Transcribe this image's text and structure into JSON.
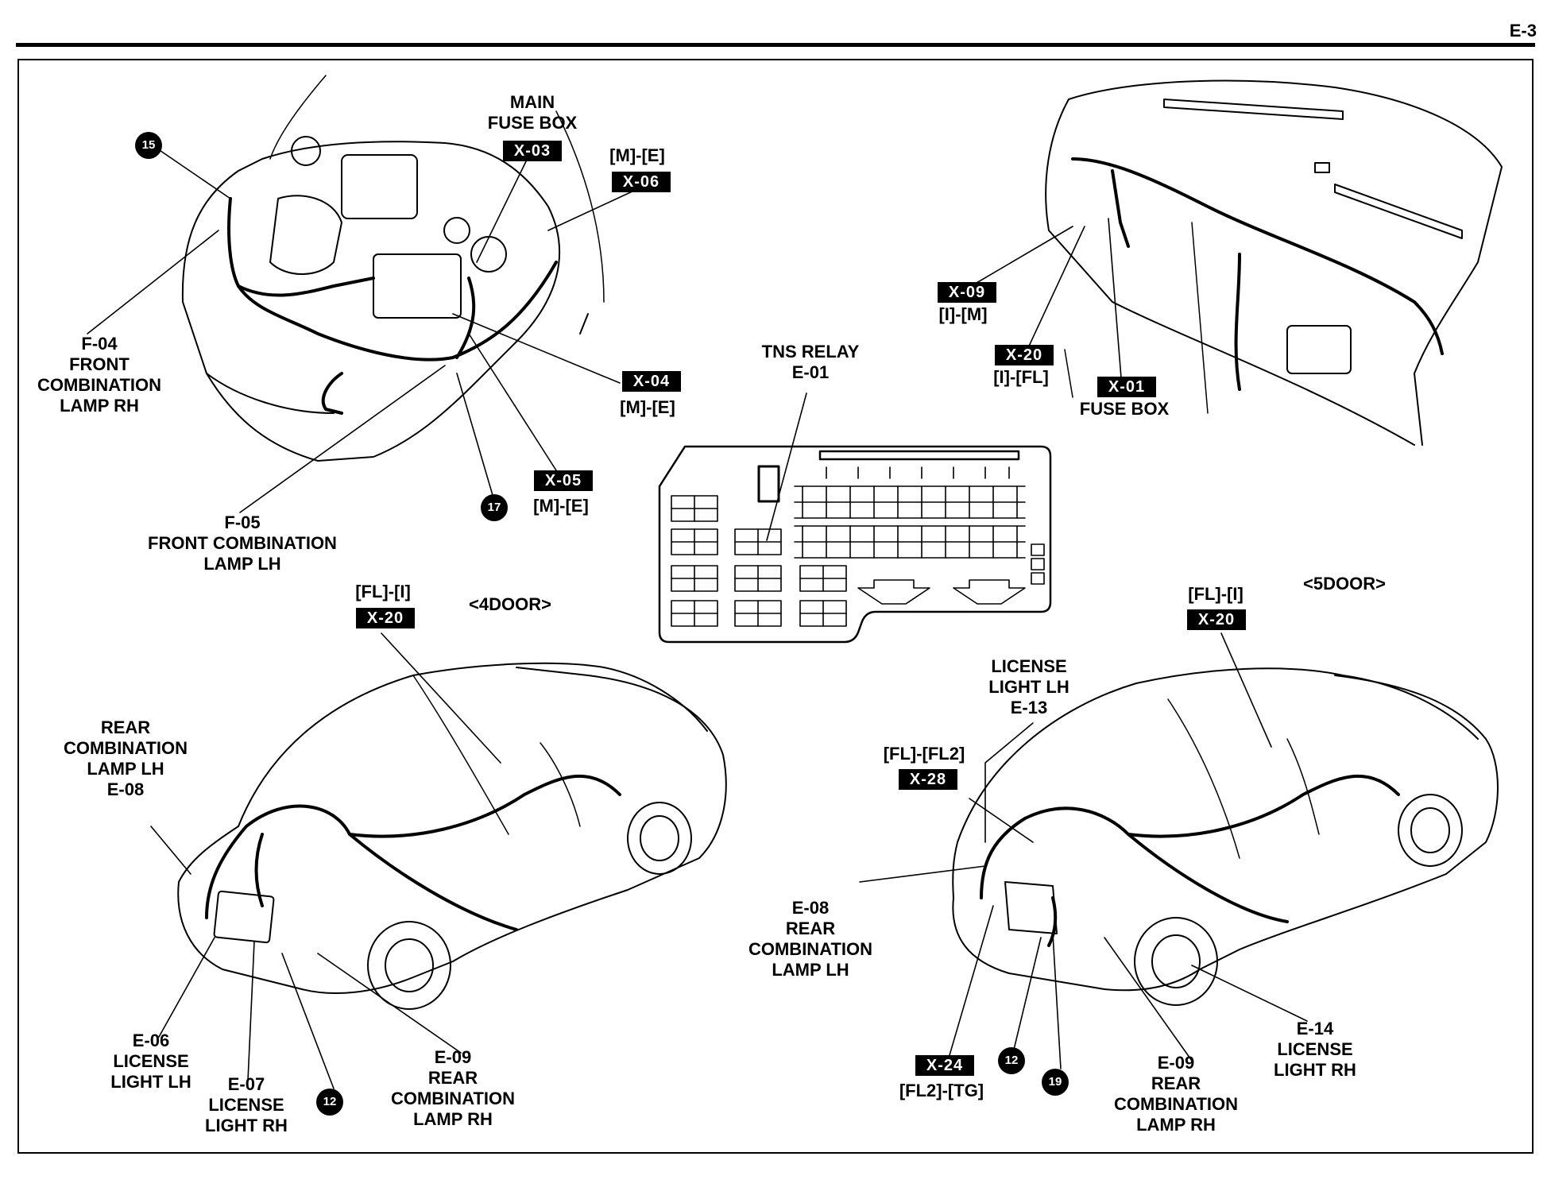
{
  "page_number": "E-3",
  "variants": {
    "sedan": "<4DOOR>",
    "hatch": "<5DOOR>"
  },
  "engine_room": {
    "main_fuse_box": {
      "label": "MAIN\nFUSE BOX",
      "code": "X-03"
    },
    "x06": {
      "code": "X-06",
      "label": "[M]-[E]"
    },
    "x04": {
      "code": "X-04",
      "label": "[M]-[E]"
    },
    "x05": {
      "code": "X-05",
      "label": "[M]-[E]"
    },
    "f04": {
      "label": "F-04\nFRONT\nCOMBINATION\nLAMP RH"
    },
    "f05": {
      "label": "F-05\nFRONT COMBINATION\nLAMP LH"
    },
    "ground_15": "15",
    "ground_17": "17"
  },
  "instrument_panel": {
    "x09": {
      "code": "X-09",
      "label": "[I]-[M]"
    },
    "x20": {
      "code": "X-20",
      "label": "[I]-[FL]"
    },
    "x01": {
      "code": "X-01",
      "label": "FUSE BOX"
    }
  },
  "relay_box": {
    "label": "TNS RELAY\nE-01"
  },
  "sedan": {
    "x20": {
      "label": "[FL]-[I]",
      "code": "X-20"
    },
    "e08": {
      "label": "REAR\nCOMBINATION\nLAMP LH\nE-08"
    },
    "e06": {
      "label": "E-06\nLICENSE\nLIGHT LH"
    },
    "e07": {
      "label": "E-07\nLICENSE\nLIGHT RH"
    },
    "e09": {
      "label": "E-09\nREAR\nCOMBINATION\nLAMP RH"
    },
    "ground_12": "12"
  },
  "hatch": {
    "x20": {
      "label": "[FL]-[I]",
      "code": "X-20"
    },
    "e13": {
      "label": "LICENSE\nLIGHT LH\nE-13"
    },
    "x28": {
      "label": "[FL]-[FL2]",
      "code": "X-28"
    },
    "e08": {
      "label": "E-08\nREAR\nCOMBINATION\nLAMP LH"
    },
    "x24": {
      "code": "X-24",
      "label": "[FL2]-[TG]"
    },
    "e09": {
      "label": "E-09\nREAR\nCOMBINATION\nLAMP RH"
    },
    "e14": {
      "label": "E-14\nLICENSE\nLIGHT RH"
    },
    "ground_12": "12",
    "ground_19": "19"
  }
}
